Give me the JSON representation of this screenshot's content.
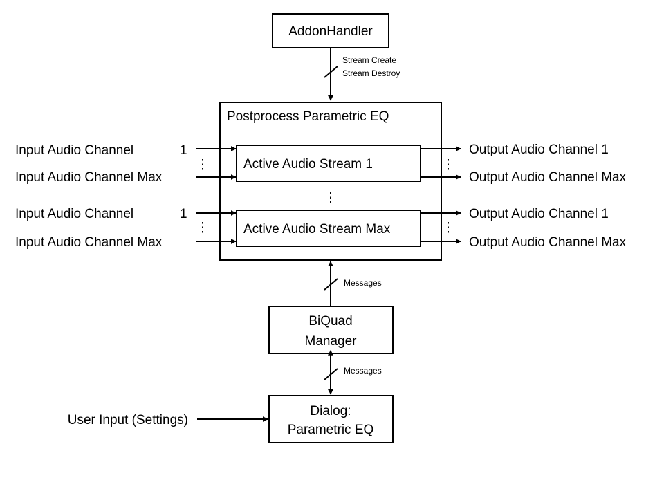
{
  "blocks": {
    "addon_handler": "AddonHandler",
    "postprocess": "Postprocess Parametric EQ",
    "stream_1": "Active Audio Stream 1",
    "stream_max": "Active Audio Stream Max",
    "biquad_line1": "BiQuad",
    "biquad_line2": "Manager",
    "dialog_line1": "Dialog:",
    "dialog_line2": "Parametric EQ"
  },
  "signals": {
    "stream_create": "Stream Create",
    "stream_destroy": "Stream Destroy",
    "messages_upper": "Messages",
    "messages_lower": "Messages",
    "user_input": "User Input (Settings)"
  },
  "stream_1_io": {
    "input_first_label": "Input Audio Channel",
    "input_first_index": "1",
    "input_max": "Input Audio Channel Max",
    "output_first": "Output Audio Channel 1",
    "output_max": "Output Audio Channel Max"
  },
  "stream_max_io": {
    "input_first_label": "Input Audio Channel",
    "input_first_index": "1",
    "input_max": "Input Audio Channel Max",
    "output_first": "Output Audio Channel 1",
    "output_max": "Output Audio Channel Max"
  }
}
